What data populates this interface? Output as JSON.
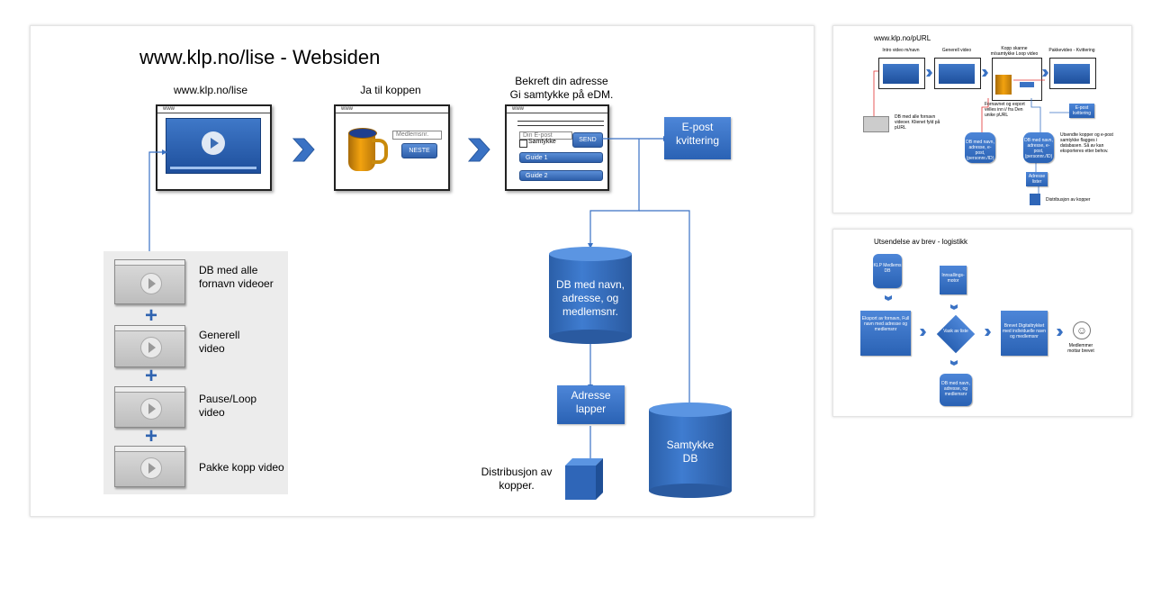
{
  "main_slide": {
    "title": "www.klp.no/lise - Websiden",
    "steps": [
      {
        "label": "www.klp.no/lise"
      },
      {
        "label": "Ja til koppen"
      },
      {
        "label": "Bekreft din adresse\nGi samtykke på eDM."
      }
    ],
    "browser_tab": "www",
    "form2": {
      "field": "Medlemsnr.",
      "button": "NESTE"
    },
    "form3": {
      "field": "Din E-post",
      "checkbox": "Samtykke",
      "button": "SEND",
      "guide1": "Guide 1",
      "guide2": "Guide 2"
    },
    "epost_note": "E-post\nkvittering",
    "db_names": "DB med navn,\nadresse, og\nmedlemsnr.",
    "adresse_lapper": "Adresse\nlapper",
    "samtykke_db": "Samtykke\nDB",
    "distribusjon": "Distribusjon av\nkopper.",
    "videos": [
      {
        "label": "DB med alle\nfornavn videoer"
      },
      {
        "label": "Generell\nvideo"
      },
      {
        "label": "Pause/Loop\nvideo"
      },
      {
        "label": "Pakke kopp video"
      }
    ],
    "colors": {
      "accent": "#2f63b0",
      "panel": "#ececec"
    }
  },
  "purl_slide": {
    "title": "www.klp.no/pURL",
    "step_labels": [
      "Intro video m/navn",
      "Generell video",
      "Kopp skanne m/samtykke Loop video",
      "Pakkevideo - Kvittering"
    ],
    "db_note": "DB med alle fornavn videoer. Klienet fyld på pURL",
    "export_note": "Fornavnet og export velles inn i/ fra Den unike pURL",
    "db1": "DB med navn, adresse, e-post, (personnr./ID)",
    "db2": "DB med navn, adresse, e-post, (personnr./ID)",
    "epost": "E-post kvittering",
    "utsendte_note": "Utsendte kopper og e-post samtykke flagges i databasen. Så av kan eksporteres etter behov.",
    "adresse_lister": "Adresse lister",
    "distribusjon": "Distribusjon av kopper"
  },
  "brev_slide": {
    "title": "Utsendelse av brev - logistikk",
    "klp_db": "KLP Medlems DB",
    "bestilling": "Innsallings- motor",
    "eksport": "Eksport av fornavn, Full navn med adresse og medlemsnr",
    "vask": "Vask av liste",
    "brevet": "Brevet Digitaltrykket med individuelle navn og medlemsnr",
    "db_navn": "DB med navn, adresse, og medlemsnr",
    "mottar": "Medlemmer mottar brevet"
  }
}
